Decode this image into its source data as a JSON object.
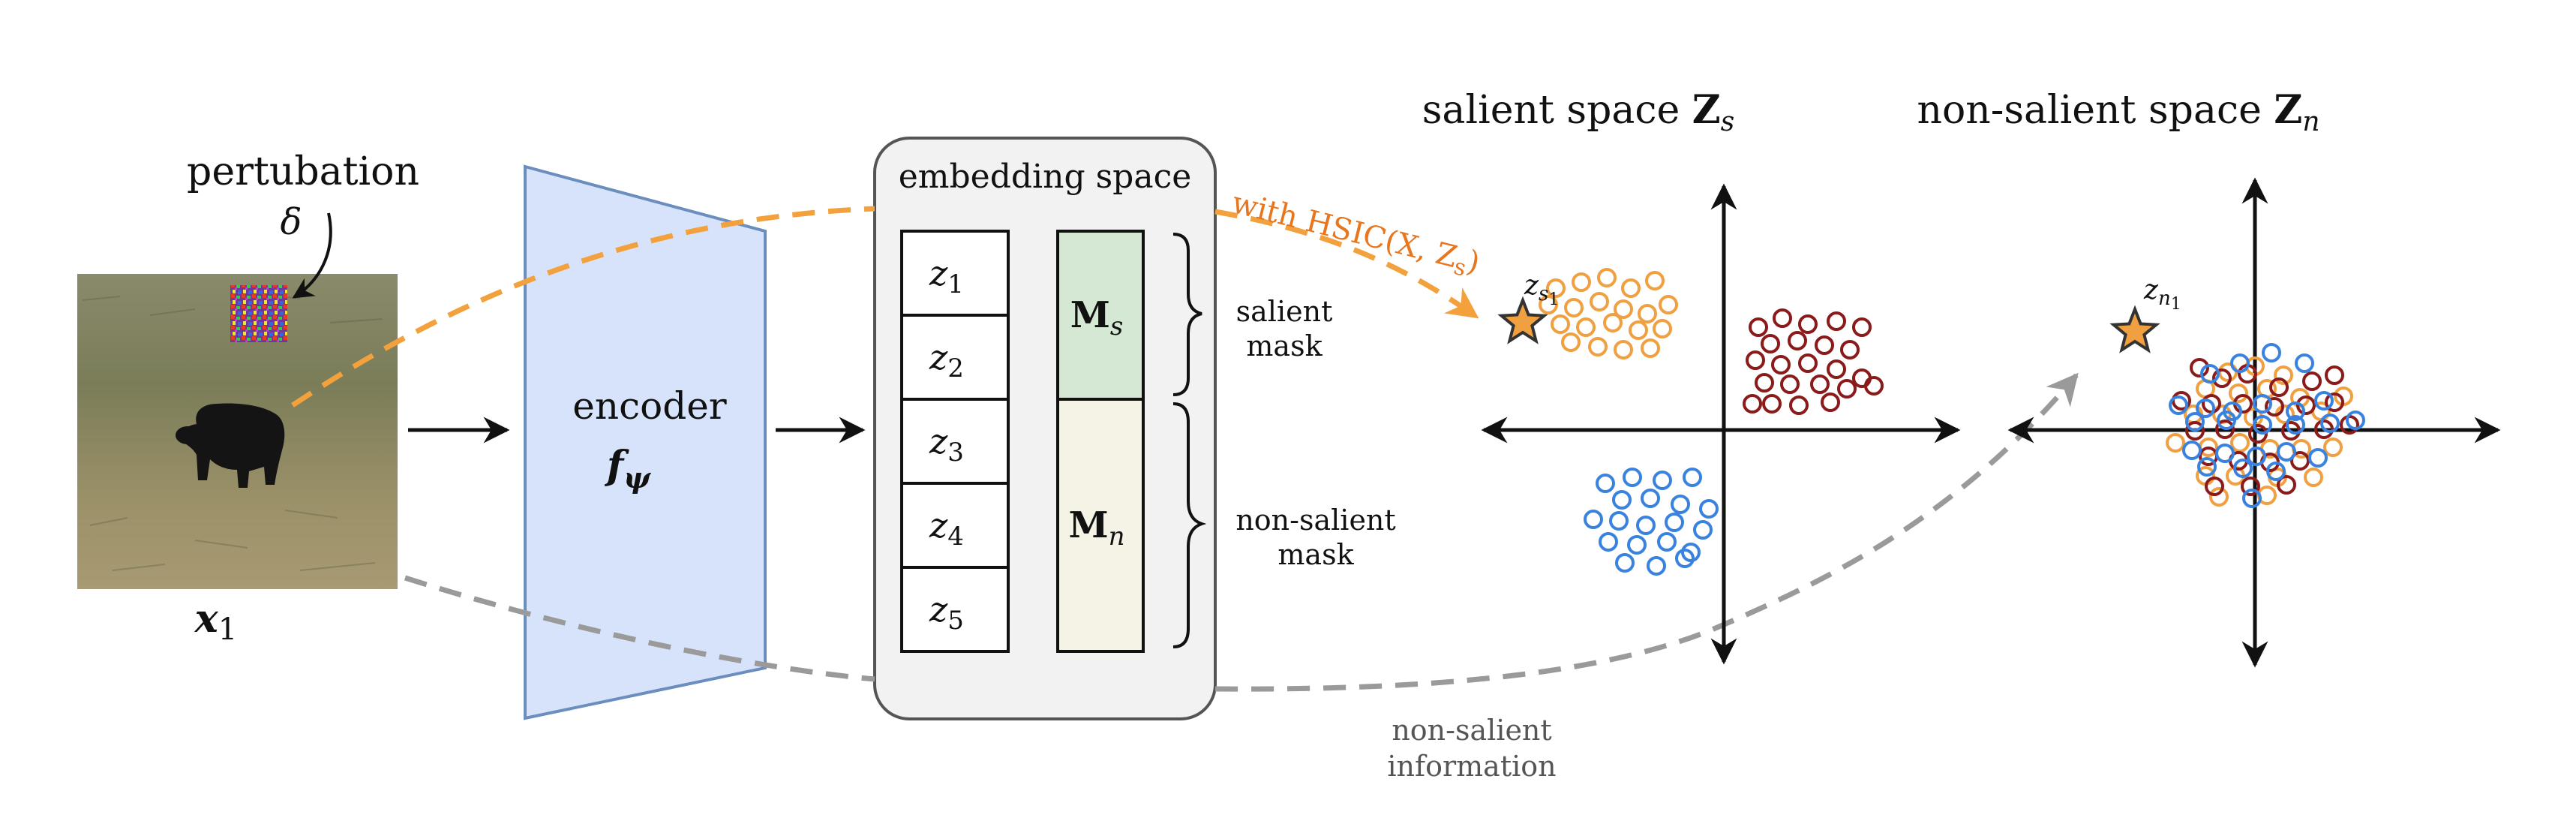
{
  "figure": {
    "perturbation": {
      "label": "pertubation",
      "symbol": "δ"
    },
    "image": {
      "label": "x",
      "subscript": "1"
    },
    "encoder": {
      "label": "encoder",
      "symbol": "f",
      "subscript": "ψ"
    },
    "embedding": {
      "title": "embedding space",
      "cells": [
        {
          "base": "z",
          "sub": "1"
        },
        {
          "base": "z",
          "sub": "2"
        },
        {
          "base": "z",
          "sub": "3"
        },
        {
          "base": "z",
          "sub": "4"
        },
        {
          "base": "z",
          "sub": "5"
        }
      ],
      "mask_salient": {
        "base": "M",
        "sub": "s"
      },
      "mask_nonsalient": {
        "base": "M",
        "sub": "n"
      },
      "salient_mask_label": [
        "salient",
        "mask"
      ],
      "nonsalient_mask_label": [
        "non-salient",
        "mask"
      ]
    },
    "hsic_label": "with HSIC(X, Z",
    "hsic_sub": "s",
    "hsic_close": ")",
    "nonsalient_info_label": [
      "non-salient",
      "information"
    ],
    "salient_space": {
      "title": "salient space ",
      "symbol": "Z",
      "sub": "s",
      "star_label": {
        "base": "z",
        "sub": "s",
        "subsub": "1"
      }
    },
    "nonsalient_space": {
      "title": "non-salient space ",
      "symbol": "Z",
      "sub": "n",
      "star_label": {
        "base": "z",
        "sub": "n",
        "subsub": "1"
      }
    },
    "colors": {
      "orange": "#f0a040",
      "dark_red": "#8b1a1a",
      "blue": "#3a82e0",
      "encoder_fill": "#d6e3fa",
      "encoder_stroke": "#6c8ebf",
      "mask_s_fill": "#d5e8d4",
      "mask_n_fill": "#f5f3e6",
      "embedding_bg": "#f2f2f2",
      "dashed_orange": "#f2a13c",
      "dashed_gray": "#9a9a9a",
      "hsic_text": "#e8761e",
      "gray_text": "#555555"
    }
  }
}
